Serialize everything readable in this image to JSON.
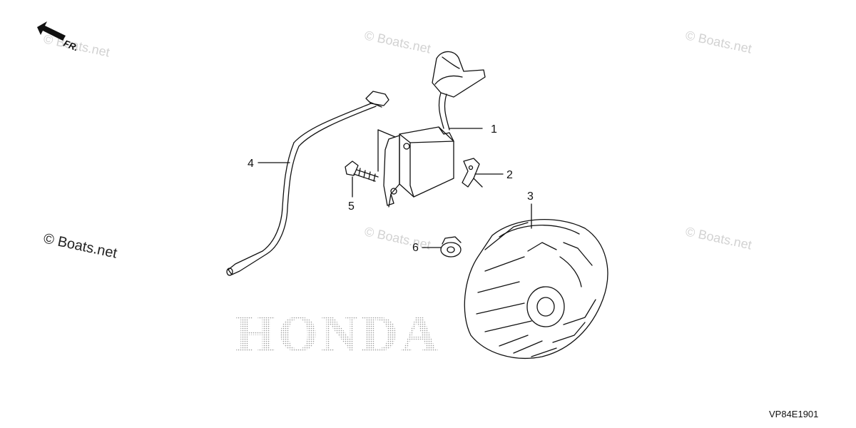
{
  "direction_label": "FR.",
  "watermarks": [
    {
      "text": "© Boats.net",
      "style": "light"
    },
    {
      "text": "© Boats.net",
      "style": "light"
    },
    {
      "text": "© Boats.net",
      "style": "light"
    },
    {
      "text": "© Boats.net",
      "style": "light"
    },
    {
      "text": "© Boats.net",
      "style": "light"
    },
    {
      "text": "© Boats.net",
      "style": "dark"
    }
  ],
  "brand_watermark": "HONDA",
  "reference_code": "VP84E1901",
  "callouts": [
    {
      "number": "1",
      "part": "ignition-coil"
    },
    {
      "number": "2",
      "part": "clip"
    },
    {
      "number": "3",
      "part": "flywheel"
    },
    {
      "number": "4",
      "part": "stop-switch-wire"
    },
    {
      "number": "5",
      "part": "bolt"
    },
    {
      "number": "6",
      "part": "flange-nut"
    }
  ],
  "colors": {
    "line": "#111111",
    "watermark": "#d2d2d2",
    "brand_dots": "#9a9a9a"
  }
}
